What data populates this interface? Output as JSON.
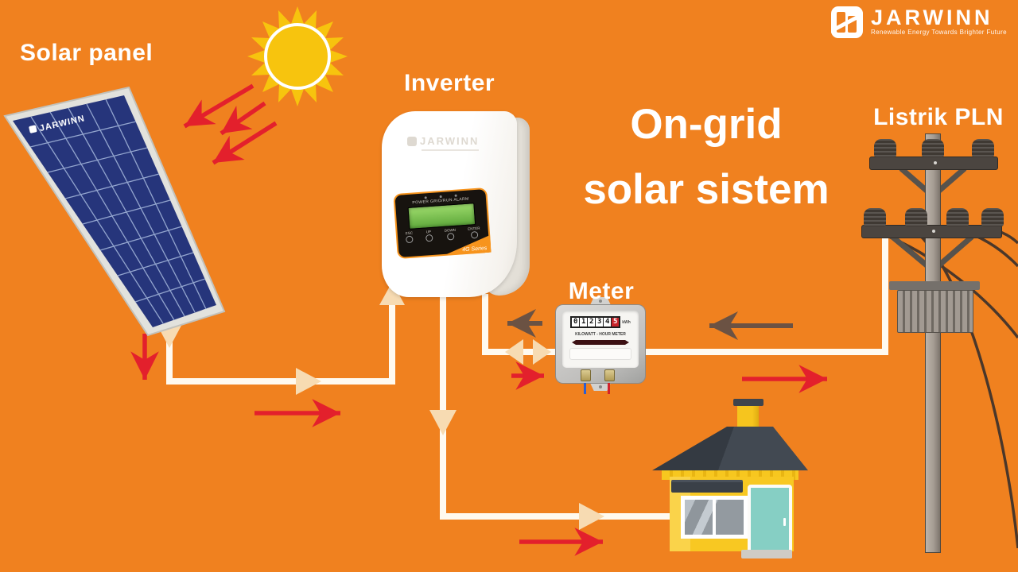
{
  "colors": {
    "background": "#F0811F",
    "circuit_line": "#FFFAF0",
    "arrow_red": "#E3202C",
    "arrow_brown": "#6B5243",
    "arrow_cream": "#F7DBB2",
    "sun_yellow": "#F7C40E",
    "panel_blue": "#26357B",
    "house_yellow": "#F8C822",
    "roof_gray": "#3E434B",
    "door_teal": "#86CFC4",
    "pole_gray": "#A59C93"
  },
  "header_logo": {
    "name": "JARWINN",
    "tagline": "Renewable Energy Towards Brighter Future"
  },
  "title": {
    "line1": "On-grid",
    "line2": "solar sistem"
  },
  "labels": {
    "solar_panel": "Solar panel",
    "inverter": "Inverter",
    "meter": "Meter",
    "grid": "Listrik PLN"
  },
  "solar_panel": {
    "brand": "JARWINN"
  },
  "inverter": {
    "brand": "JARWINN",
    "indicators": "POWER  GRID/RUN  ALARM",
    "buttons": [
      "ESC",
      "UP",
      "DOWN",
      "ENTER"
    ],
    "series": "4G Series"
  },
  "meter": {
    "digits": [
      "0",
      "1",
      "2",
      "3",
      "4",
      "5"
    ],
    "unit": "kWh",
    "caption": "KILOWATT - HOUR METER"
  },
  "flows": [
    {
      "from": "Sun",
      "to": "Solar panel",
      "arrows": "3 red rays"
    },
    {
      "from": "Solar panel",
      "to": "Inverter",
      "line": "white",
      "arrow": "red toward inverter"
    },
    {
      "from": "Inverter",
      "to": "Meter",
      "line": "white bidirectional",
      "arrows": "brown toward inverter, red toward meter"
    },
    {
      "from": "Meter",
      "to": "Listrik PLN",
      "line": "white",
      "arrows": "brown toward meter, red toward PLN"
    },
    {
      "from": "Inverter",
      "to": "House",
      "line": "white",
      "arrow": "red toward house"
    }
  ]
}
